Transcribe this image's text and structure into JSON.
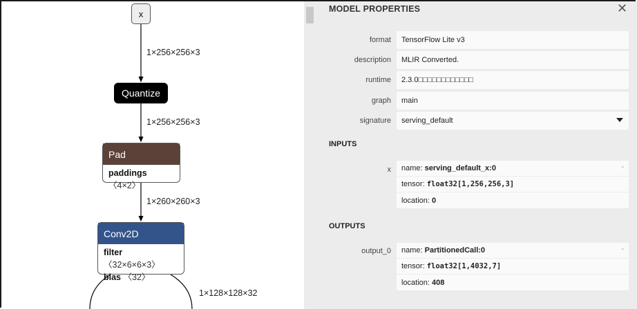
{
  "graph": {
    "input_node": {
      "label": "x"
    },
    "edges": [
      {
        "label": "1×256×256×3"
      },
      {
        "label": "1×256×256×3"
      },
      {
        "label": "1×260×260×3"
      },
      {
        "label": "1×128×128×32"
      }
    ],
    "quantize_node": {
      "label": "Quantize"
    },
    "pad_node": {
      "title": "Pad",
      "attr_name": "paddings",
      "attr_shape": "〈4×2〉"
    },
    "conv_node": {
      "title": "Conv2D",
      "filter_name": "filter",
      "filter_shape": "〈32×6×6×3〉",
      "bias_name": "bias",
      "bias_shape": "〈32〉"
    },
    "colors": {
      "pad": "#5b4138",
      "conv": "#33548a",
      "quantize": "#000000"
    }
  },
  "panel": {
    "title": "MODEL PROPERTIES",
    "close_icon": "✕",
    "properties": [
      {
        "label": "format",
        "value": "TensorFlow Lite v3"
      },
      {
        "label": "description",
        "value": "MLIR Converted."
      },
      {
        "label": "runtime",
        "value": "2.3.0□□□□□□□□□□□□"
      },
      {
        "label": "graph",
        "value": "main"
      },
      {
        "label": "signature",
        "value": "serving_default"
      }
    ],
    "inputs": {
      "title": "INPUTS",
      "label": "x",
      "name_prefix": "name: ",
      "name": "serving_default_x:0",
      "tensor_prefix": "tensor: ",
      "tensor": "float32[1,256,256,3]",
      "location_prefix": "location: ",
      "location": "0",
      "dash": "-"
    },
    "outputs": {
      "title": "OUTPUTS",
      "label": "output_0",
      "name_prefix": "name: ",
      "name": "PartitionedCall:0",
      "tensor_prefix": "tensor: ",
      "tensor": "float32[1,4032,7]",
      "location_prefix": "location: ",
      "location": "408",
      "dash": "-"
    }
  }
}
